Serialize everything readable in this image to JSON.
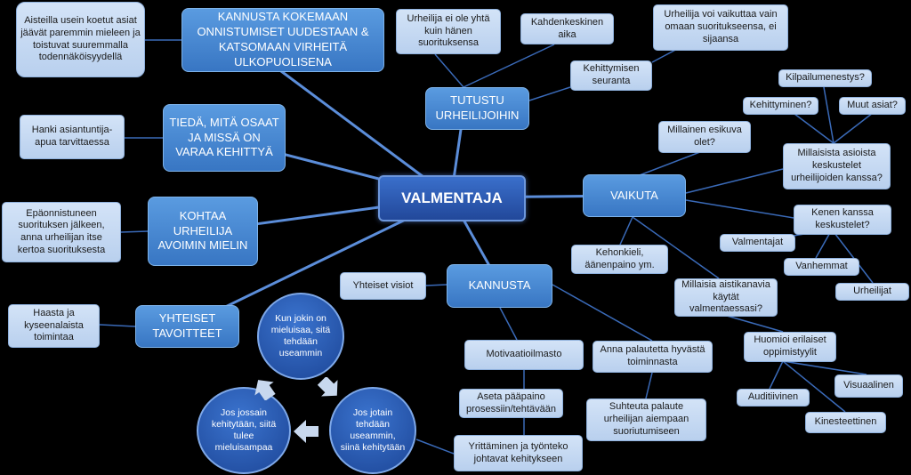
{
  "colors": {
    "background": "#000000",
    "link": "#5b8dd9",
    "center": "#2c5bb3",
    "primary": "#4a8ad8",
    "secondary": "#c6dbf4"
  },
  "center": "VALMENTAJA",
  "primary": {
    "kannusta_kokemaan": "KANNUSTA KOKEMAAN ONNISTUMISET UUDESTAAN & KATSOMAAN VIRHEITÄ ULKOPUOLISENA",
    "tieda": "TIEDÄ, MITÄ OSAAT JA MISSÄ ON VARAA KEHITTYÄ",
    "kohtaa": "KOHTAA URHEILIJA AVOIMIN MIELIN",
    "yhteiset_tavoitteet": "YHTEISET TAVOITTEET",
    "tutustu": "TUTUSTU URHEILIJOIHIN",
    "vaikuta": "VAIKUTA",
    "kannusta": "KANNUSTA"
  },
  "secondary": {
    "aisteilla": "Aisteilla usein koetut asiat jäävät paremmin mieleen ja toistuvat suuremmalla todennäköisyydellä",
    "hanki": "Hanki asiantuntija-apua tarvittaessa",
    "epaonnistuneen": "Epäonnistuneen suorituksen jälkeen, anna urheilijan itse kertoa suorituksesta",
    "haasta": "Haasta ja kyseenalaista toimintaa",
    "urheilija_ei": "Urheilija ei ole yhtä kuin hänen suorituksensa",
    "kahdenkeskinen": "Kahdenkeskinen aika",
    "urheilija_voi": "Urheilija voi vaikuttaa vain omaan suoritukseensa, ei sijaansa",
    "kehittymisen": "Kehittymisen seuranta",
    "kilpailumenestys": "Kilpailumenestys?",
    "kehittyminen": "Kehittyminen?",
    "muut_asiat": "Muut asiat?",
    "millainen_esikuva": "Millainen esikuva olet?",
    "millaisista": "Millaisista asioista keskustelet urheilijoiden kanssa?",
    "kenen_kanssa": "Kenen kanssa keskustelet?",
    "valmentajat": "Valmentajat",
    "vanhemmat": "Vanhemmat",
    "urheilijat": "Urheilijat",
    "kehonkieli": "Kehonkieli, äänenpaino ym.",
    "millaisia_aistikanavia": "Millaisia aistikanavia käytät valmentaessasi?",
    "huomioi": "Huomioi erilaiset oppimistyylit",
    "auditiivinen": "Auditiivinen",
    "visuaalinen": "Visuaalinen",
    "kinesteettinen": "Kinesteettinen",
    "yhteiset_visiot": "Yhteiset visiot",
    "motivaatioilmasto": "Motivaatioilmasto",
    "anna_palautetta": "Anna palautetta hyvästä toiminnasta",
    "aseta_paapaino": "Aseta pääpaino prosessiin/tehtävään",
    "suhteuta": "Suhteuta palaute urheilijan aiempaan suoriutumiseen",
    "yrittaminen": "Yrittäminen ja työnteko johtavat kehitykseen"
  },
  "cycle": [
    "Kun jokin on mieluisaa, sitä tehdään useammin",
    "Jos jotain tehdään useammin, siinä kehitytään",
    "Jos jossain kehitytään, siitä tulee mieluisampaa"
  ]
}
